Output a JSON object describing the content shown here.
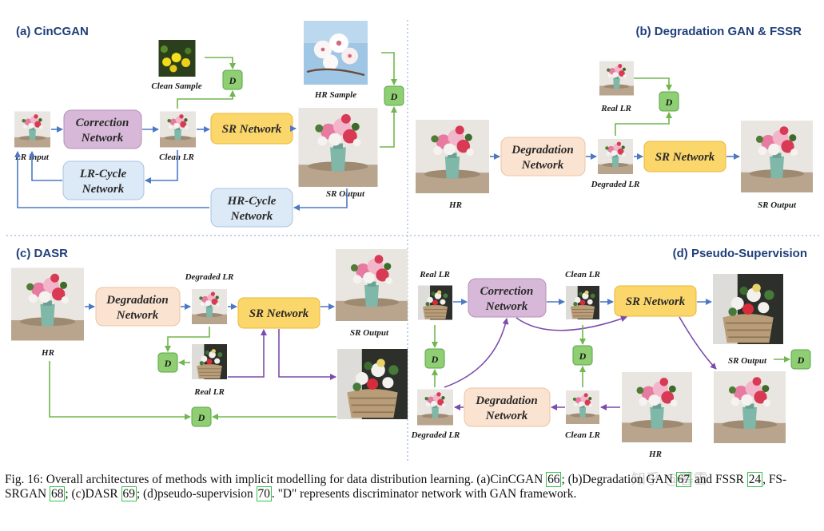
{
  "panels": {
    "a": {
      "title": "(a) CinCGAN",
      "correction_l1": "Correction",
      "correction_l2": "Network",
      "sr": "SR Network",
      "lrcycle_l1": "LR-Cycle",
      "lrcycle_l2": "Network",
      "hrcycle_l1": "HR-Cycle",
      "hrcycle_l2": "Network",
      "d1": "D",
      "d2": "D",
      "clean_sample": "Clean Sample",
      "hr_sample": "HR Sample",
      "lr_input": "LR Input",
      "clean_lr": "Clean LR",
      "sr_output": "SR Output"
    },
    "b": {
      "title": "(b) Degradation GAN & FSSR",
      "degradation_l1": "Degradation",
      "degradation_l2": "Network",
      "sr": "SR Network",
      "d": "D",
      "hr": "HR",
      "real_lr": "Real LR",
      "degraded_lr": "Degraded LR",
      "sr_output": "SR Output"
    },
    "c": {
      "title": "(c) DASR",
      "degradation_l1": "Degradation",
      "degradation_l2": "Network",
      "sr": "SR Network",
      "d1": "D",
      "d2": "D",
      "hr": "HR",
      "degraded_lr": "Degraded LR",
      "real_lr": "Real LR",
      "sr_output": "SR Output"
    },
    "d": {
      "title": "(d) Pseudo-Supervision",
      "correction_l1": "Correction",
      "correction_l2": "Network",
      "sr": "SR Network",
      "degradation_l1": "Degradation",
      "degradation_l2": "Network",
      "d1": "D",
      "d2": "D",
      "d3": "D",
      "real_lr": "Real LR",
      "clean_lr_top": "Clean LR",
      "sr_output": "SR Output",
      "degraded_lr": "Degraded LR",
      "clean_lr_bottom": "Clean LR",
      "hr": "HR"
    }
  },
  "caption": {
    "fig": "Fig. 16:",
    "t1": " Overall architectures of methods with implicit modelling for data distribution learning. (a)CinCGAN ",
    "r66": "66",
    "t2": "; (b)Degradation GAN ",
    "r67": "67",
    "t3": " and FSSR ",
    "r24": "24",
    "t4": ", FS-SRGAN ",
    "r68": "68",
    "t5": "; (c)DASR ",
    "r69": "69",
    "t6": "; (d)pseudo-supervision ",
    "r70": "70",
    "t7": ". \"D\" represents discriminator network with GAN framework."
  },
  "watermark": "知乎 @暮雪",
  "colors": {
    "title": "#1f3f7a",
    "correction_fill": "#d8b8d8",
    "correction_stroke": "#b48fb8",
    "sr_fill": "#fbd66a",
    "sr_stroke": "#eab737",
    "cycle_fill": "#dce9f6",
    "cycle_stroke": "#a9c4e2",
    "degradation_fill": "#fbe3d1",
    "degradation_stroke": "#efc3a2",
    "d_fill": "#8fce73",
    "d_stroke": "#5aa548",
    "blue_arrow": "#4d79c4",
    "green_arrow": "#71b64e",
    "purple_arrow": "#7d4cab",
    "divider": "#9fb8d6",
    "ref_box": "#36c24a"
  }
}
